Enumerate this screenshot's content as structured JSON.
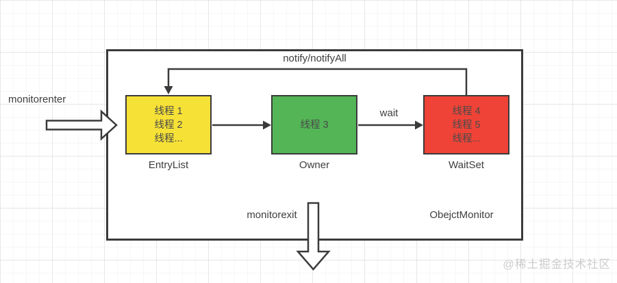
{
  "diagram": {
    "container_label": "ObejctMonitor",
    "labels": {
      "monitorenter": "monitorenter",
      "notify": "notify/notifyAll",
      "wait": "wait",
      "monitorexit": "monitorexit"
    },
    "nodes": [
      {
        "id": "entry-list",
        "title": "EntryList",
        "fill": "#F6E136",
        "lines": [
          "线程 1",
          "线程 2",
          "线程..."
        ]
      },
      {
        "id": "owner",
        "title": "Owner",
        "fill": "#53B556",
        "lines": [
          "线程 3"
        ]
      },
      {
        "id": "wait-set",
        "title": "WaitSet",
        "fill": "#EF4337",
        "lines": [
          "线程 4",
          "线程 5",
          "线程..."
        ]
      }
    ],
    "colors": {
      "stroke": "#3a3a3a",
      "entry_list_fill": "#F6E136",
      "owner_fill": "#53B556",
      "wait_set_fill": "#EF4337"
    }
  },
  "page": {
    "watermark": "@稀土掘金技术社区"
  }
}
